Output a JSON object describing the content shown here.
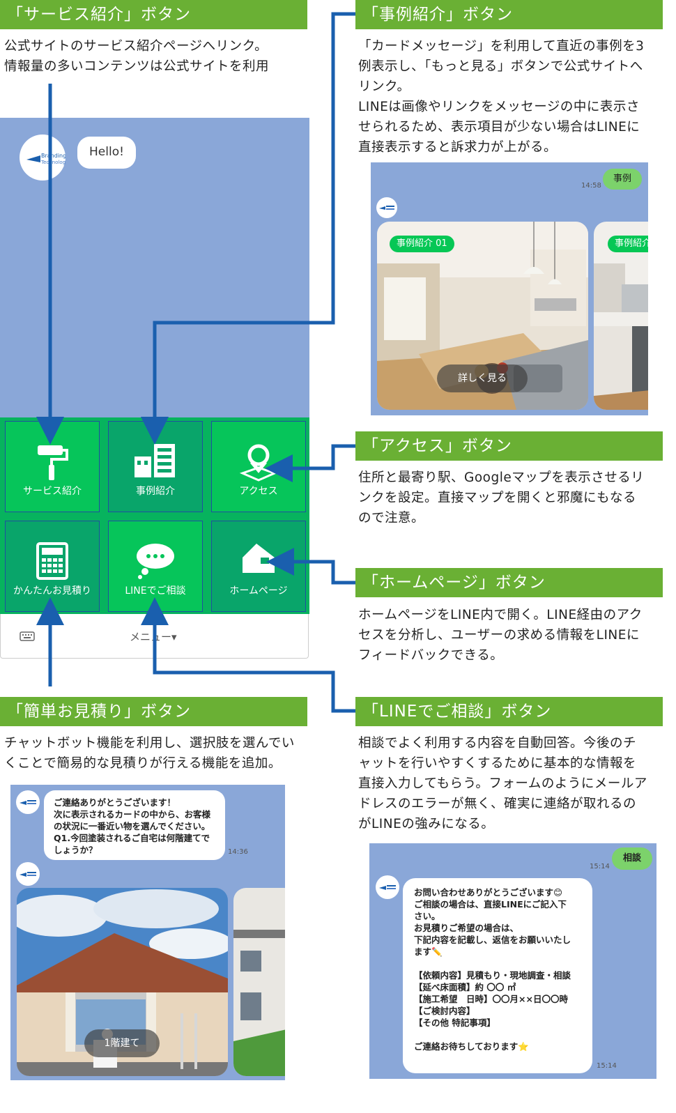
{
  "sections": {
    "service": {
      "header": "「サービス紹介」ボタン",
      "desc": "公式サイトのサービス紹介ページへリンク。\n情報量の多いコンテンツは公式サイトを利用"
    },
    "jirei": {
      "header": "「事例紹介」ボタン",
      "desc": " 「カードメッセージ」を利用して直近の事例を3\n例表示し、「もっと見る」ボタンで公式サイトへ\nリンク。\nLINEは画像やリンクをメッセージの中に表示さ\nせられるため、表示項目が少ない場合はLINEに\n直接表示すると訴求力が上がる。"
    },
    "access": {
      "header": "「アクセス」ボタン",
      "desc": "住所と最寄り駅、Googleマップを表示させるリ\nンクを設定。直接マップを開くと邪魔にもなる\nので注意。"
    },
    "homepage": {
      "header": "「ホームページ」ボタン",
      "desc": "ホームページをLINE内で開く。LINE経由のアク\nセスを分析し、ユーザーの求める情報をLINEに\nフィードバックできる。"
    },
    "estimate": {
      "header": "「簡単お見積り」ボタン",
      "desc": "チャットボット機能を利用し、選択肢を選んでい\nくことで簡易的な見積りが行える機能を追加。"
    },
    "consult": {
      "header": "「LINEでご相談」ボタン",
      "desc": "相談でよく利用する内容を自動回答。今後のチ\nャットを行いやすくするために基本的な情報を\n直接入力してもらう。フォームのようにメールア\nドレスのエラーが無く、確実に連絡が取れるの\nがLINEの強みになる。"
    }
  },
  "phone": {
    "greeting": "Hello!",
    "menu": [
      "サービス紹介",
      "事例紹介",
      "アクセス",
      "かんたんお見積り",
      "LINEでご相談",
      "ホームページ"
    ],
    "menu_bar_label": "メニュー▾"
  },
  "jirei_chat": {
    "user_msg": "事例",
    "time": "14:58",
    "card1_tag": "事例紹介 01",
    "card2_tag": "事例紹介",
    "card_button": "詳しく見る"
  },
  "estimate_chat": {
    "message": "ご連絡ありがとうございます！\n次に表示されるカードの中から、お客様\nの状況に一番近い物を選んでください。\nQ1.今回塗装されるご自宅は何階建てで\nしょうか？",
    "time": "14:36",
    "card_button": "1階建て"
  },
  "consult_chat": {
    "user_msg": "相談",
    "time1": "15:14",
    "message": "お問い合わせありがとうございます😊\nご相談の場合は、直接LINEにご記入下\nさい。\nお見積りご希望の場合は、\n下記内容を記載し、返信をお願いいたし\nます✏️\n\n【依頼内容】見積もり・現地調査・相談\n【延べ床面積】約 〇〇 ㎡\n【施工希望　日時】〇〇月××日〇〇時\n【ご検討内容】\n【その他 特記事項】\n\nご連絡お待ちしております⭐",
    "time2": "15:14"
  },
  "colors": {
    "header_green": "#6ab034",
    "line_green": "#06c755",
    "arrow_blue": "#1a5fae",
    "chat_bg": "#8aa7d8"
  }
}
